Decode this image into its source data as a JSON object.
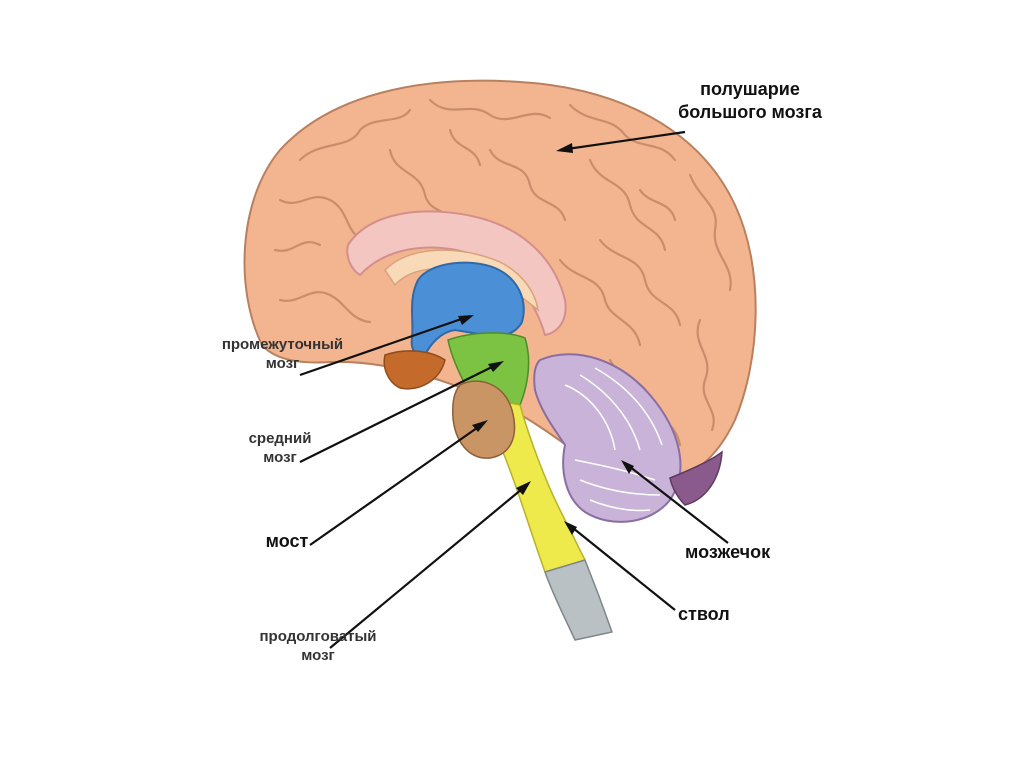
{
  "labels": {
    "hemisphere": [
      "полушарие",
      "большого мозга"
    ],
    "diencephalon": [
      "промежуточный",
      "мозг"
    ],
    "midbrain": [
      "средний",
      "мозг"
    ],
    "pons": "мост",
    "medulla": [
      "продолговатый",
      "мозг"
    ],
    "cerebellum": "мозжечок",
    "stem": "ствол"
  },
  "colors": {
    "cortex": "#f2b590",
    "cortex_dark": "#c98d6c",
    "corpus": "#f4c6c2",
    "ventricle": "#4b8fd6",
    "midbrain": "#7cc243",
    "stem": "#eeea4c",
    "spinal": "#b9c1c4",
    "pons": "#c99565",
    "cerebellum": "#c9b3d8"
  }
}
